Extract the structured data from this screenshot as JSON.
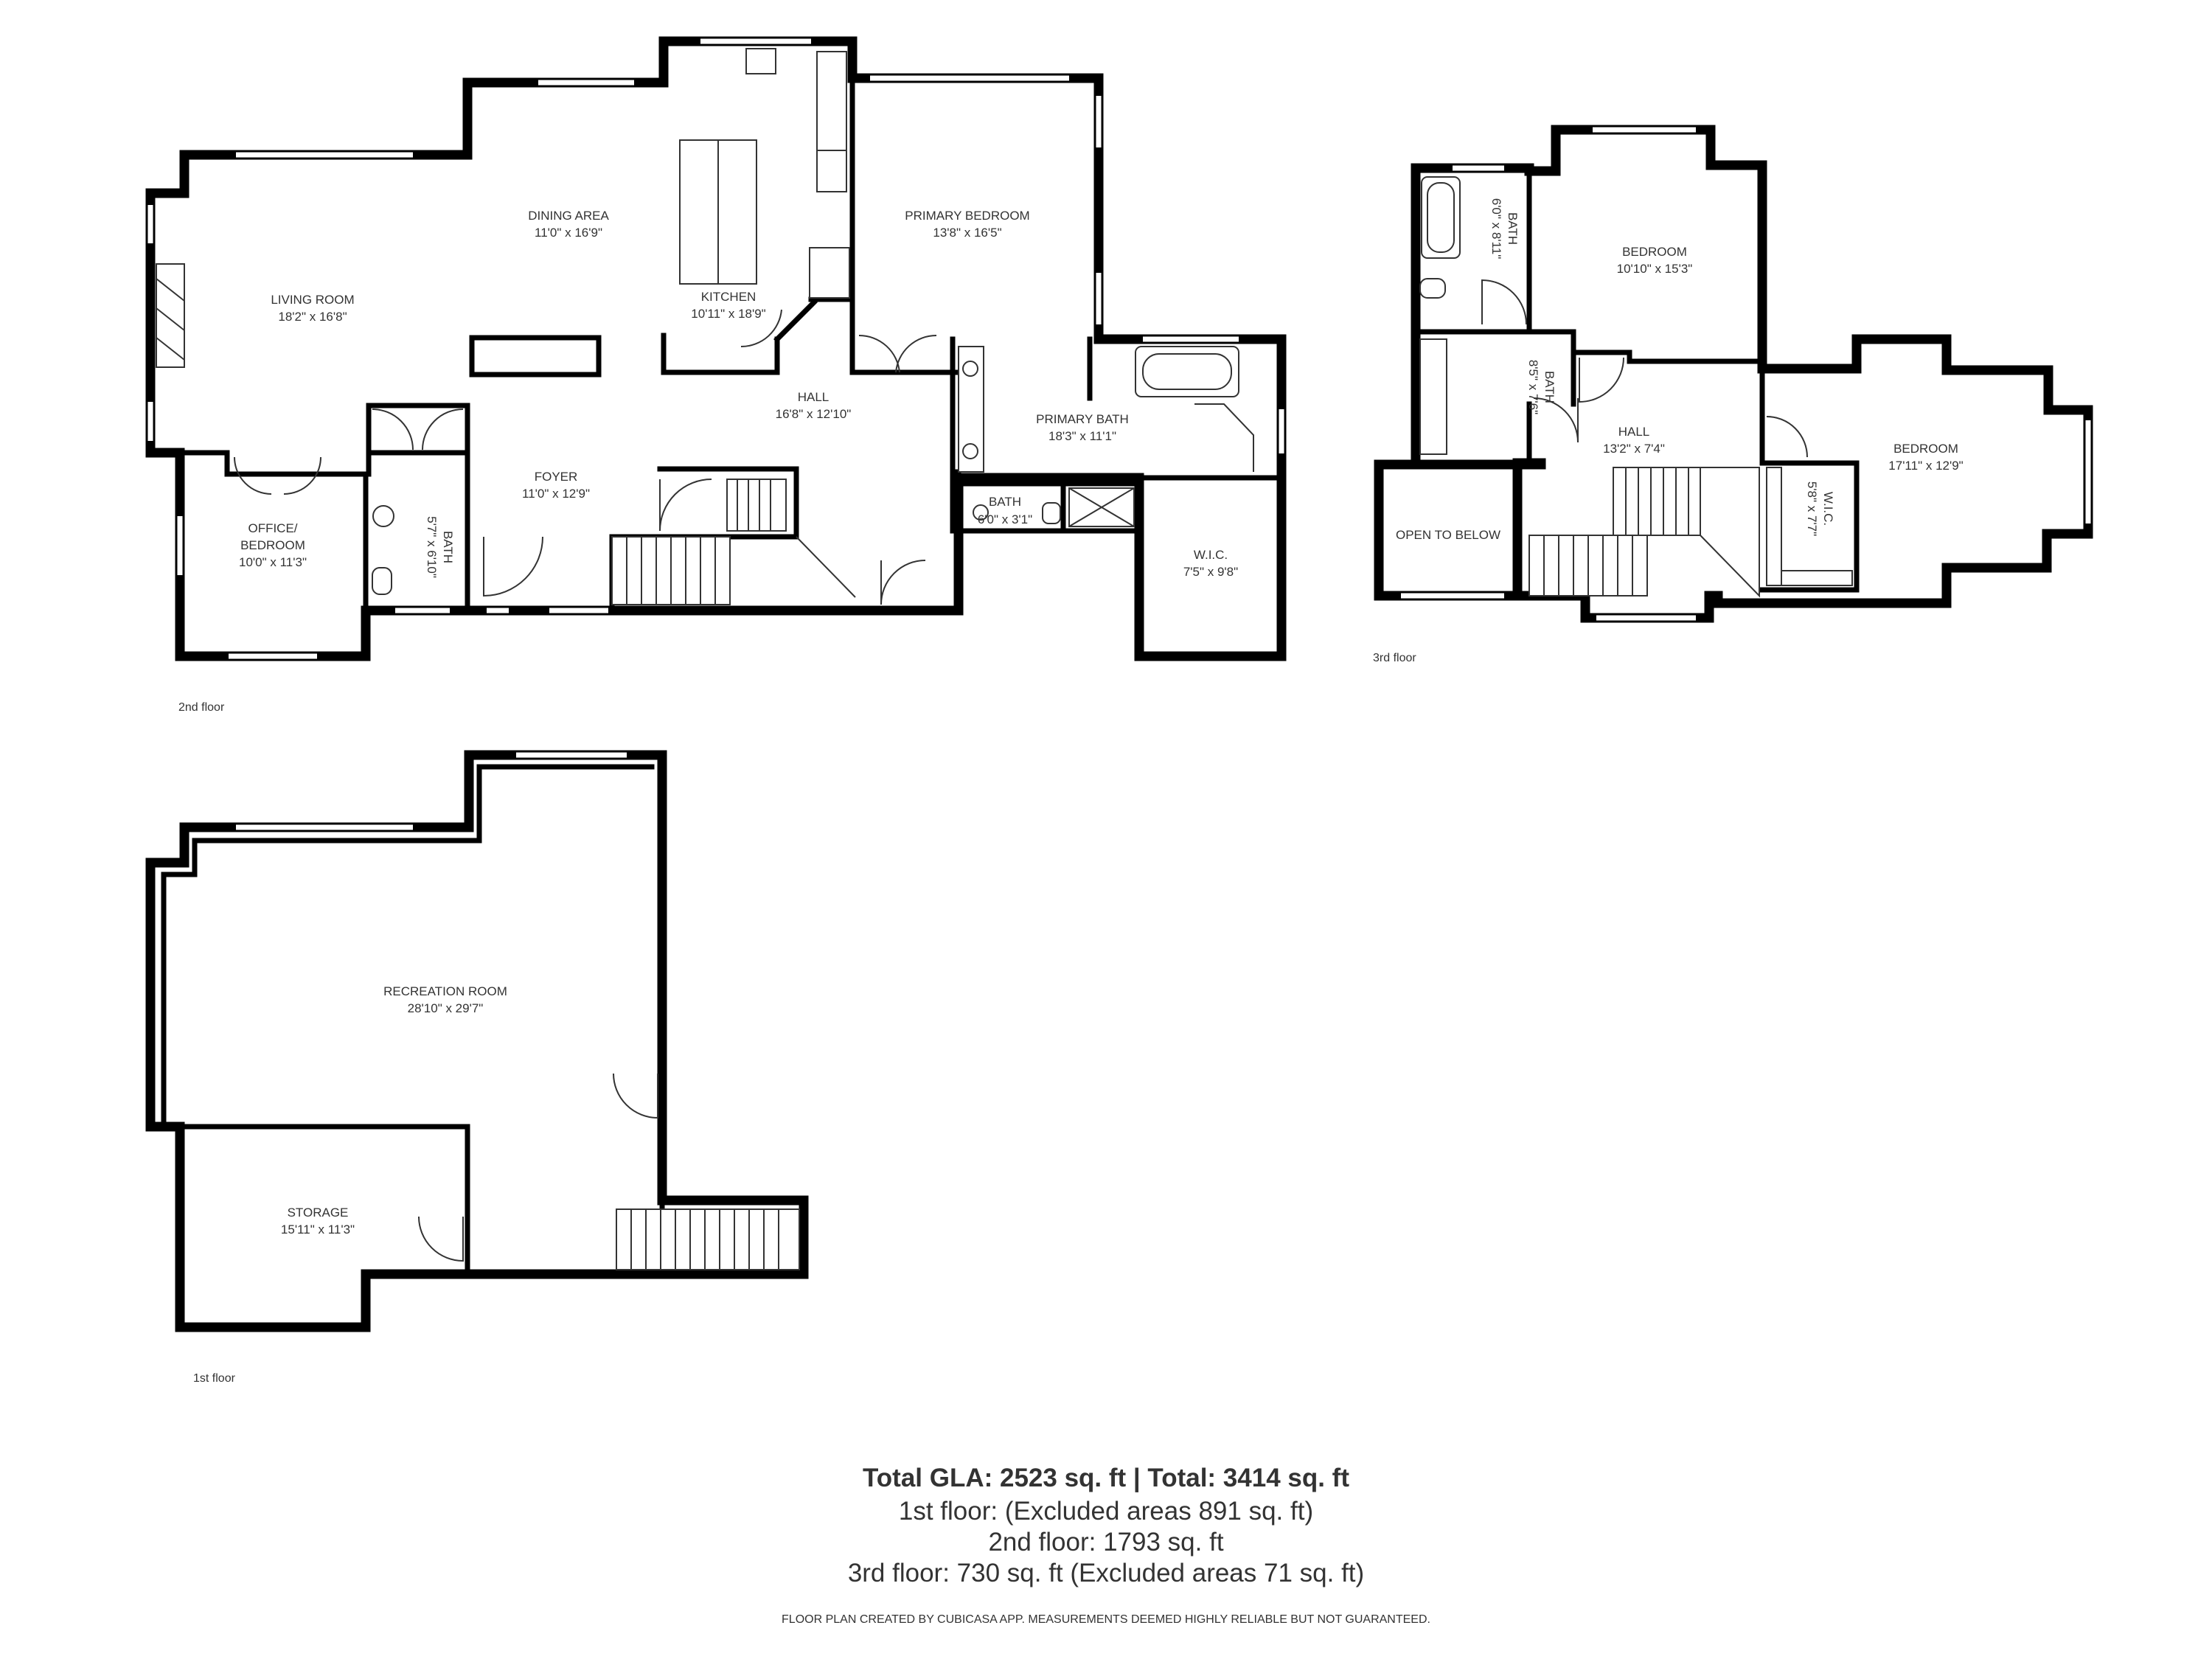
{
  "floors": {
    "second": {
      "label": "2nd floor",
      "rooms": {
        "dining": {
          "name": "DINING AREA",
          "dim": "11'0\" x 16'9\""
        },
        "primary_bedroom": {
          "name": "PRIMARY BEDROOM",
          "dim": "13'8\" x 16'5\""
        },
        "living": {
          "name": "LIVING ROOM",
          "dim": "18'2\" x 16'8\""
        },
        "kitchen": {
          "name": "KITCHEN",
          "dim": "10'11\" x 18'9\""
        },
        "hall": {
          "name": "HALL",
          "dim": "16'8\" x 12'10\""
        },
        "primary_bath": {
          "name": "PRIMARY BATH",
          "dim": "18'3\" x 11'1\""
        },
        "foyer": {
          "name": "FOYER",
          "dim": "11'0\" x 12'9\""
        },
        "office": {
          "name1": "OFFICE/",
          "name2": "BEDROOM",
          "dim": "10'0\" x 11'3\""
        },
        "bath_small": {
          "name": "BATH",
          "dim": "5'7\" x 6'10\""
        },
        "bath_half": {
          "name": "BATH",
          "dim": "6'0\" x 3'1\""
        },
        "wic": {
          "name": "W.I.C.",
          "dim": "7'5\" x 9'8\""
        }
      }
    },
    "third": {
      "label": "3rd floor",
      "rooms": {
        "bath_a": {
          "name": "BATH",
          "dim": "6'0\" x 8'11\""
        },
        "bedroom_a": {
          "name": "BEDROOM",
          "dim": "10'10\" x 15'3\""
        },
        "bath_b": {
          "name": "BATH",
          "dim": "8'5\" x 7'6\""
        },
        "hall": {
          "name": "HALL",
          "dim": "13'2\" x 7'4\""
        },
        "bedroom_b": {
          "name": "BEDROOM",
          "dim": "17'11\" x 12'9\""
        },
        "wic": {
          "name": "W.I.C.",
          "dim": "5'8\" x 7'7\""
        },
        "open_below": {
          "name": "OPEN TO BELOW"
        }
      }
    },
    "first": {
      "label": "1st floor",
      "rooms": {
        "recreation": {
          "name": "RECREATION ROOM",
          "dim": "28'10\" x 29'7\""
        },
        "storage": {
          "name": "STORAGE",
          "dim": "15'11\" x 11'3\""
        }
      }
    }
  },
  "summary": {
    "total": "Total GLA: 2523 sq. ft | Total: 3414 sq. ft",
    "line1": "1st floor: (Excluded areas 891 sq. ft)",
    "line2": "2nd floor: 1793 sq. ft",
    "line3": "3rd floor: 730 sq. ft (Excluded areas 71 sq. ft)"
  },
  "disclaimer": "FLOOR PLAN CREATED BY CUBICASA APP. MEASUREMENTS DEEMED HIGHLY RELIABLE BUT NOT GUARANTEED."
}
